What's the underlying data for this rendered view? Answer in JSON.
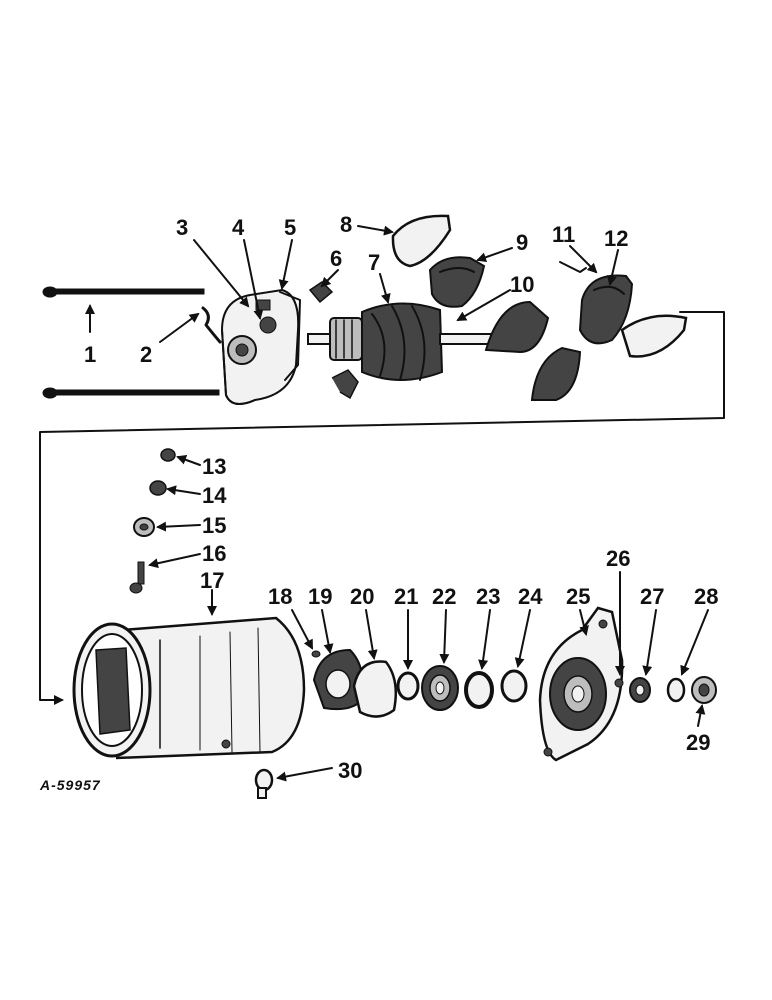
{
  "drawing_code": "A-59957",
  "callouts": [
    "1",
    "2",
    "3",
    "4",
    "5",
    "6",
    "7",
    "8",
    "9",
    "10",
    "11",
    "12",
    "13",
    "14",
    "15",
    "16",
    "17",
    "18",
    "19",
    "20",
    "21",
    "22",
    "23",
    "24",
    "25",
    "26",
    "27",
    "28",
    "29",
    "30"
  ]
}
